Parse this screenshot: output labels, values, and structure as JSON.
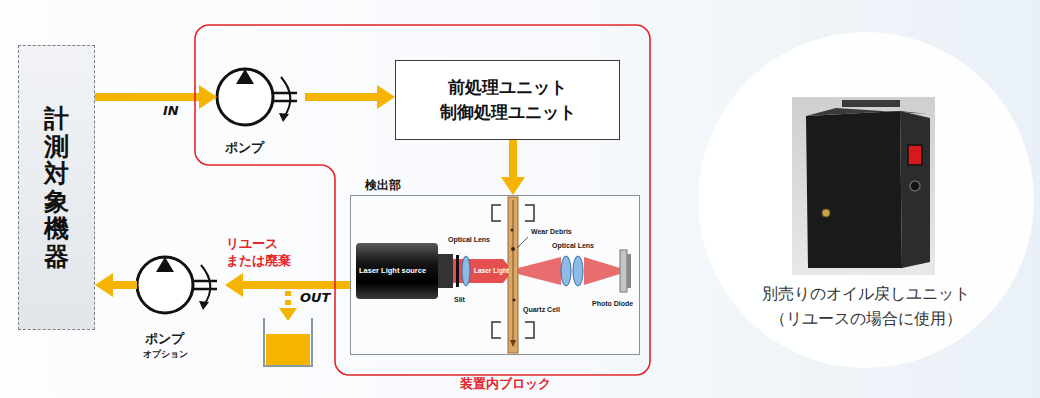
{
  "diagram": {
    "nodes": [
      {
        "text": [
          "計測対象機器"
        ]
      },
      {
        "text": [
          "装置内ブロック"
        ]
      },
      {
        "text": [
          "ポンプ"
        ],
        "in": 1
      },
      {
        "text": [
          "前処理ユニット",
          "制御処理ユニット"
        ],
        "in": 1
      },
      {
        "text": [
          "検出部"
        ],
        "in": 1
      },
      {
        "text": [
          "ポンプ",
          "オプション"
        ]
      },
      {
        "text": [
          "別売りのオイル戻しユニット",
          "（リユースの場合に使用）"
        ]
      }
    ],
    "edges": [
      {
        "from": 0,
        "to": 2,
        "label": "IN",
        "arrow": "to"
      },
      {
        "from": 2,
        "to": 3,
        "arrow": "to"
      },
      {
        "from": 3,
        "to": 4,
        "arrow": "to"
      },
      {
        "from": 4,
        "to": 5,
        "label": "OUT",
        "arrow": "to"
      },
      {
        "from": 5,
        "to": 0,
        "arrow": "to"
      }
    ],
    "labels": [
      "リユース または廃棄",
      "Laser Light source",
      "Optical Lens",
      "Laser Light",
      "Slit",
      "Wear Debris",
      "Optical Lens",
      "Quartz Cell",
      "Photo Diode"
    ]
  }
}
